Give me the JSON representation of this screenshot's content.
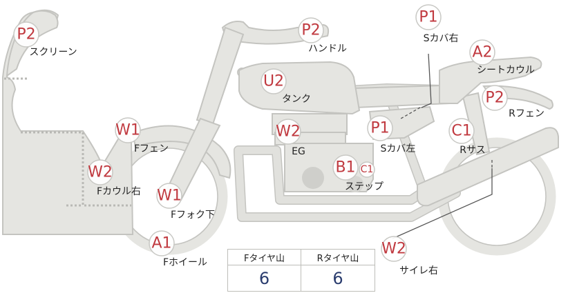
{
  "palette": {
    "body_fill": "#e5e5e1",
    "body_stroke": "#c4c4c0",
    "code_color": "#c0393f",
    "value_color": "#2a3c6e"
  },
  "callouts": [
    {
      "id": "screen",
      "code": "P2",
      "name": "スクリーン"
    },
    {
      "id": "handle",
      "code": "P2",
      "name": "ハンドル"
    },
    {
      "id": "side-r",
      "code": "P1",
      "name": "Sカバ右"
    },
    {
      "id": "seat-cowl",
      "code": "A2",
      "name": "シートカウル"
    },
    {
      "id": "tank",
      "code": "U2",
      "name": "タンク"
    },
    {
      "id": "r-fender",
      "code": "P2",
      "name": "Rフェン"
    },
    {
      "id": "f-fender",
      "code": "W1",
      "name": "Fフェン"
    },
    {
      "id": "engine",
      "code": "W2",
      "name": "EG"
    },
    {
      "id": "side-l",
      "code": "P1",
      "name": "Sカバ左"
    },
    {
      "id": "r-sus",
      "code": "C1",
      "name": "Rサス"
    },
    {
      "id": "f-cowl-r",
      "code": "W2",
      "name": "Fカウル右"
    },
    {
      "id": "step",
      "code": "B1",
      "code2": "C1",
      "name": "ステップ"
    },
    {
      "id": "f-fork",
      "code": "W1",
      "name": "Fフォク下"
    },
    {
      "id": "f-wheel",
      "code": "A1",
      "name": "Fホイール"
    },
    {
      "id": "muffler-r",
      "code": "W2",
      "name": "サイレ右"
    }
  ],
  "tread_table": {
    "front_header": "Fタイヤ山",
    "rear_header": "Rタイヤ山",
    "front_value": "6",
    "rear_value": "6"
  }
}
